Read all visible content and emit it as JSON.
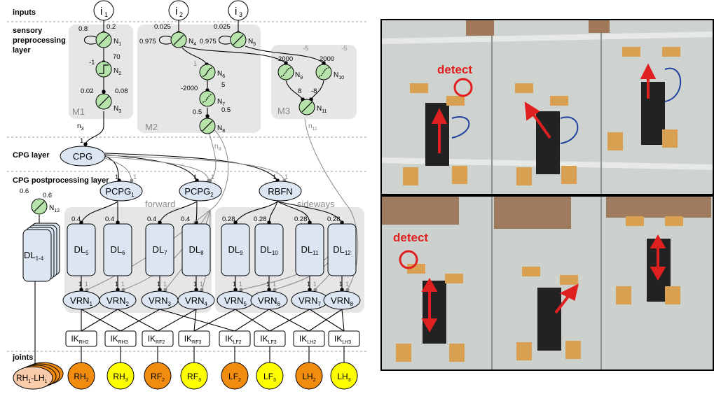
{
  "layers": {
    "inputs": "inputs",
    "sensory": [
      "sensory",
      "preprocessing",
      "layer"
    ],
    "cpg": "CPG layer",
    "post": "CPG postprocessing layer",
    "joints": "joints"
  },
  "inputs": [
    {
      "base": "i",
      "sub": "1"
    },
    {
      "base": "i",
      "sub": "2"
    },
    {
      "base": "i",
      "sub": "3"
    }
  ],
  "neurons": {
    "N1": {
      "base": "N",
      "sub": "1"
    },
    "N2": {
      "base": "N",
      "sub": "2"
    },
    "N3": {
      "base": "N",
      "sub": "3"
    },
    "N4": {
      "base": "N",
      "sub": "4"
    },
    "N5": {
      "base": "N",
      "sub": "5"
    },
    "N6": {
      "base": "N",
      "sub": "6"
    },
    "N7": {
      "base": "N",
      "sub": "7"
    },
    "N8": {
      "base": "N",
      "sub": "8"
    },
    "N9": {
      "base": "N",
      "sub": "9"
    },
    "N10": {
      "base": "N",
      "sub": "10"
    },
    "N11": {
      "base": "N",
      "sub": "11"
    },
    "N12": {
      "base": "N",
      "sub": "12"
    }
  },
  "weights": {
    "n1_self": "0.8",
    "n1_in": "0.2",
    "n2_in": "70",
    "n2_bias": "-1",
    "n3_bias": "0.02",
    "n3_in": "0.08",
    "n4_in": "0.025",
    "n4_self": "0.975",
    "n5_in": "0.025",
    "n5_self": "0.975",
    "n6_in": "1",
    "n7_bias": "-2000",
    "n7_in": "5",
    "n8_bias": "0.5",
    "n8_in": "0.5",
    "n9_in": "2000",
    "n9_bias": "-5",
    "n10_in": "2000",
    "n10_bias": "-5",
    "n11_a": "8",
    "n11_b": "-8",
    "n12_a": "0.6",
    "n12_b": "0.6",
    "one": "1",
    "dl_fwd": "0.4",
    "dl_side": "0.28"
  },
  "modules": {
    "m1": "M1",
    "m2": "M2",
    "m3": "M3"
  },
  "signals": {
    "n3": {
      "base": "n",
      "sub": "3"
    },
    "n8": {
      "base": "n",
      "sub": "8"
    },
    "n11": {
      "base": "n",
      "sub": "11"
    }
  },
  "cpg": "CPG",
  "pcpg": [
    {
      "base": "PCPG",
      "sub": "1"
    },
    {
      "base": "PCPG",
      "sub": "2"
    }
  ],
  "rbfn": "RBFN",
  "groups": {
    "forward": "forward",
    "sideways": "sideways"
  },
  "dl_stack": {
    "base": "DL",
    "sub": "1-4"
  },
  "dls": [
    {
      "base": "DL",
      "sub": "5"
    },
    {
      "base": "DL",
      "sub": "6"
    },
    {
      "base": "DL",
      "sub": "7"
    },
    {
      "base": "DL",
      "sub": "8"
    },
    {
      "base": "DL",
      "sub": "9"
    },
    {
      "base": "DL",
      "sub": "10"
    },
    {
      "base": "DL",
      "sub": "11"
    },
    {
      "base": "DL",
      "sub": "12"
    }
  ],
  "vrns": [
    {
      "base": "VRN",
      "sub": "1"
    },
    {
      "base": "VRN",
      "sub": "2"
    },
    {
      "base": "VRN",
      "sub": "3"
    },
    {
      "base": "VRN",
      "sub": "4"
    },
    {
      "base": "VRN",
      "sub": "5"
    },
    {
      "base": "VRN",
      "sub": "6"
    },
    {
      "base": "VRN",
      "sub": "7"
    },
    {
      "base": "VRN",
      "sub": "8"
    }
  ],
  "iks": [
    {
      "base": "IK",
      "sub": "RH2"
    },
    {
      "base": "IK",
      "sub": "RH3"
    },
    {
      "base": "IK",
      "sub": "RF2"
    },
    {
      "base": "IK",
      "sub": "RF3"
    },
    {
      "base": "IK",
      "sub": "LF2"
    },
    {
      "base": "IK",
      "sub": "LF3"
    },
    {
      "base": "IK",
      "sub": "LH2"
    },
    {
      "base": "IK",
      "sub": "LH3"
    }
  ],
  "joints": [
    {
      "base": "RH",
      "sub": "2"
    },
    {
      "base": "RH",
      "sub": "3"
    },
    {
      "base": "RF",
      "sub": "2"
    },
    {
      "base": "RF",
      "sub": "3"
    },
    {
      "base": "LF",
      "sub": "2"
    },
    {
      "base": "LF",
      "sub": "3"
    },
    {
      "base": "LH",
      "sub": "2"
    },
    {
      "base": "LH",
      "sub": "3"
    }
  ],
  "joint_stack": {
    "base": "RH",
    "sub": "1",
    "mid": "-LH",
    "sub2": "1"
  },
  "photos": {
    "detect_top": "detect",
    "detect_bottom": "detect"
  },
  "colors": {
    "neuron": "#b5e3a9",
    "module_bg": "#e6e6e6",
    "blue_node": "#dce6f2",
    "orange": "#f28c0f",
    "yellow": "#ffff00",
    "red": "#e02020",
    "joint_stack": "#f9cbaa"
  }
}
